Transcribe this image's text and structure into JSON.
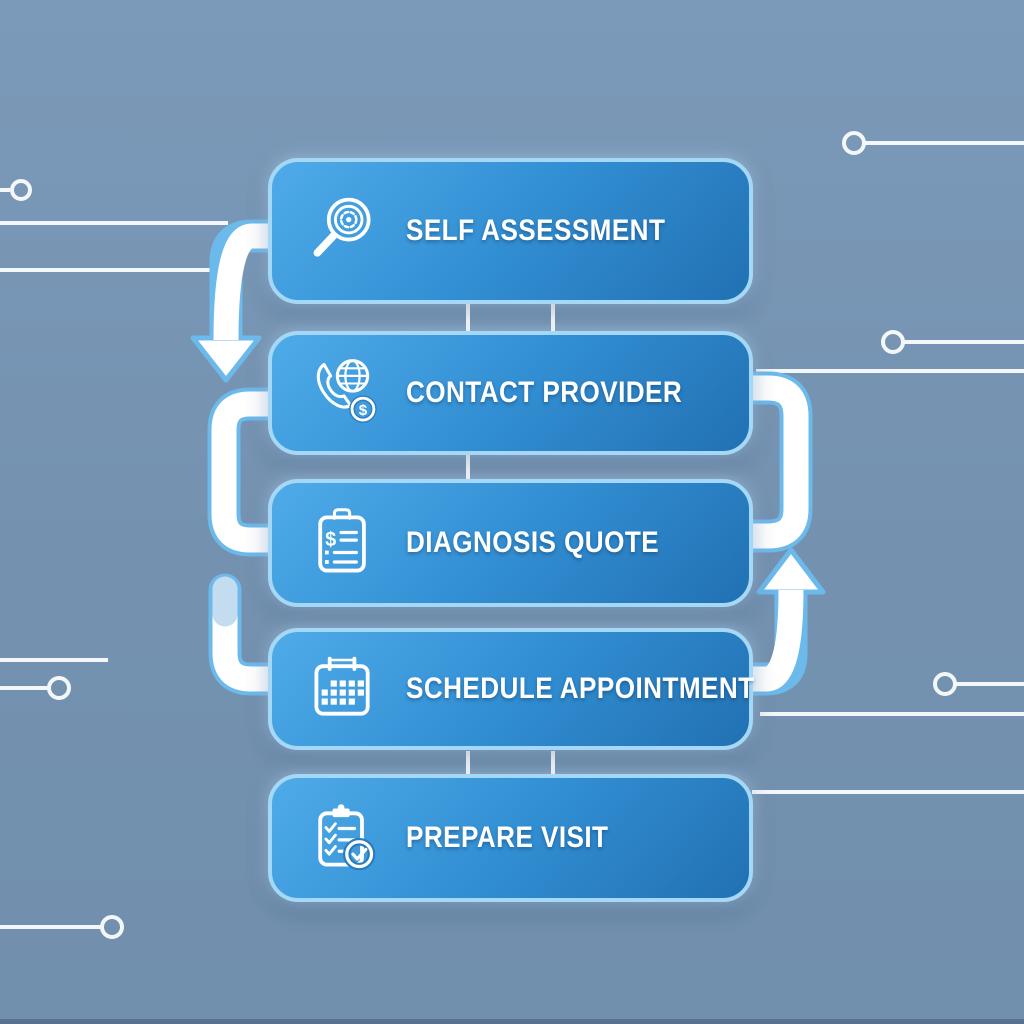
{
  "diagram": {
    "type": "flowchart",
    "steps": [
      {
        "label": "SELF ASSESSMENT",
        "icon": "magnifier-tire-icon"
      },
      {
        "label": "CONTACT PROVIDER",
        "icon": "phone-globe-dollar-icon"
      },
      {
        "label": "DIAGNOSIS QUOTE",
        "icon": "clipboard-dollar-icon"
      },
      {
        "label": "SCHEDULE APPOINTMENT",
        "icon": "calendar-icon"
      },
      {
        "label": "PREPARE VISIT",
        "icon": "checklist-check-icon"
      }
    ],
    "connectors": [
      "down-arrow on left from SELF ASSESSMENT toward CONTACT PROVIDER",
      "left loop linking CONTACT PROVIDER and DIAGNOSIS QUOTE",
      "right loop linking CONTACT PROVIDER and DIAGNOSIS QUOTE",
      "left connector from DIAGNOSIS QUOTE area into SCHEDULE APPOINTMENT",
      "up-arrow on right from SCHEDULE APPOINTMENT toward DIAGNOSIS QUOTE",
      "short vertical ticks between stacked boxes"
    ],
    "colors": {
      "background": "#7492b0",
      "box_gradient_start": "#4fabe8",
      "box_gradient_end": "#2171b3",
      "box_border": "#a5d8f6",
      "connector_fill": "#ffffff",
      "connector_outline": "#6cb9ec",
      "text": "#ffffff",
      "decor_line": "#f4f7fa"
    }
  }
}
